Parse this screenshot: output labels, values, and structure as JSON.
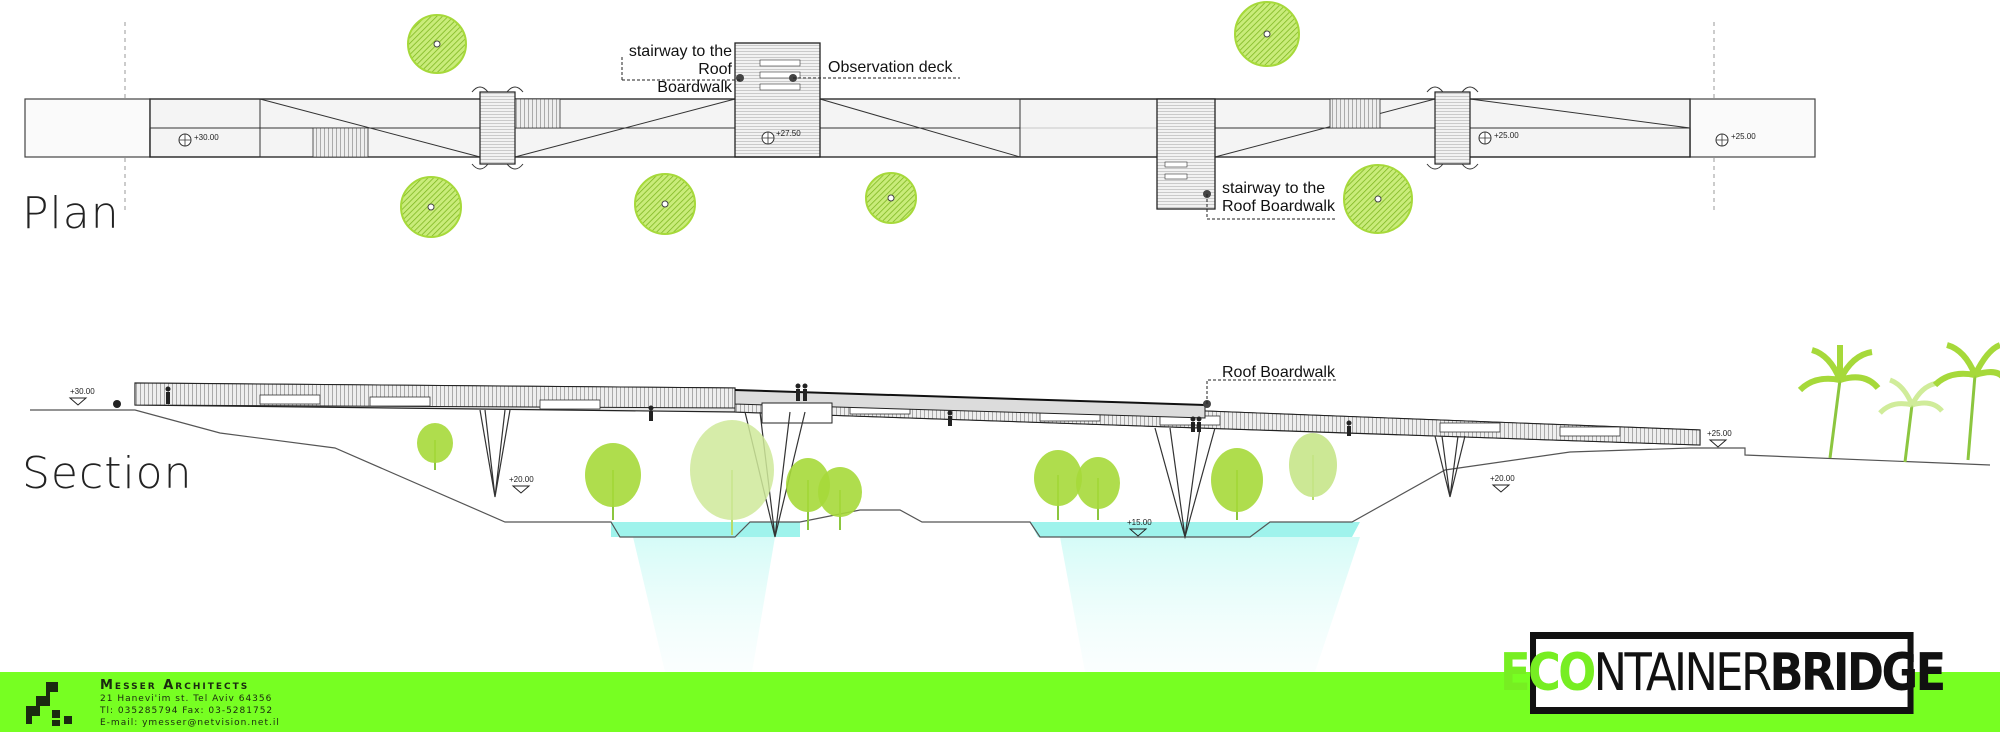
{
  "headings": {
    "plan": "Plan",
    "section": "Section"
  },
  "plan_labels": {
    "stairway_top_line1": "stairway to the",
    "stairway_top_line2": "Roof Boardwalk",
    "observation_deck": "Observation deck",
    "stairway_bottom_line1": "stairway to the",
    "stairway_bottom_line2": "Roof Boardwalk"
  },
  "plan_elevations": [
    "+30.00",
    "+27.50",
    "+25.00",
    "+25.00"
  ],
  "section_labels": {
    "roof_boardwalk": "Roof Boardwalk"
  },
  "section_elevations": [
    "+30.00",
    "+20.00",
    "+15.00",
    "+20.00",
    "+25.00"
  ],
  "firm": {
    "name": "Messer Architects",
    "address": "21 Hanevi'im st. Tel Aviv  64356",
    "phone_fax": "Tl: 035285794    Fax: 03-5281752",
    "email": "E-mail: ymesser@netvision.net.il"
  },
  "brand": {
    "eco": "ECO",
    "ntainer": "NTAINER",
    "bridge": "BRIDGE"
  },
  "colors": {
    "accent_green": "#77ff22",
    "tree_green": "#a6d93a",
    "water": "#9ff3ec",
    "ink": "#222222"
  }
}
